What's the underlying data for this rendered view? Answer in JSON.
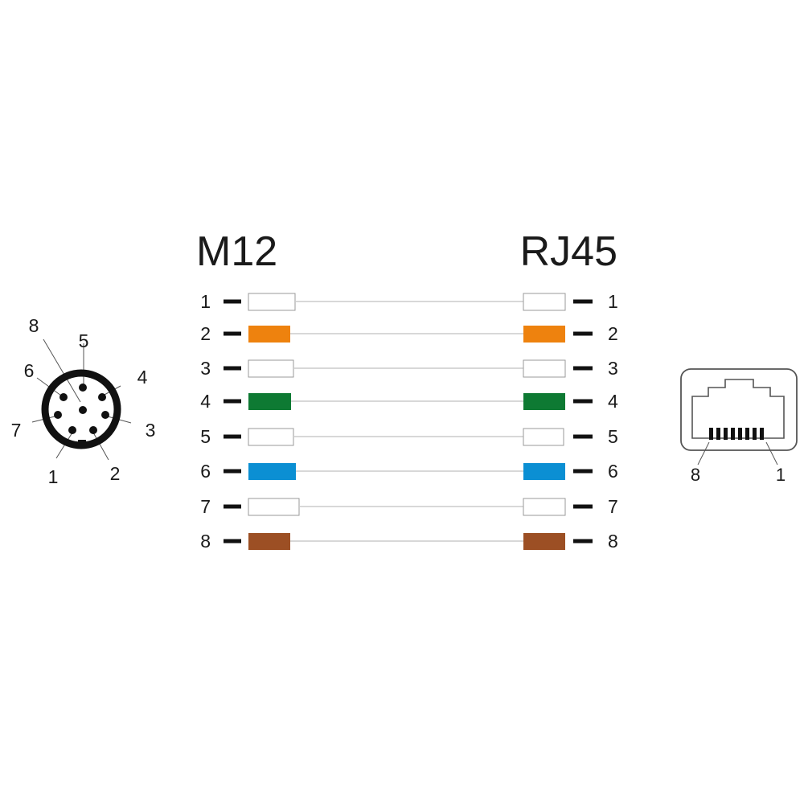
{
  "titles": {
    "left": "M12",
    "right": "RJ45"
  },
  "rows": [
    {
      "left_pin": "1",
      "right_pin": "1",
      "color": "#ffffff"
    },
    {
      "left_pin": "2",
      "right_pin": "2",
      "color": "#ee820e"
    },
    {
      "left_pin": "3",
      "right_pin": "3",
      "color": "#ffffff"
    },
    {
      "left_pin": "4",
      "right_pin": "4",
      "color": "#0e7a33"
    },
    {
      "left_pin": "5",
      "right_pin": "5",
      "color": "#ffffff"
    },
    {
      "left_pin": "6",
      "right_pin": "6",
      "color": "#0b8fd3"
    },
    {
      "left_pin": "7",
      "right_pin": "7",
      "color": "#ffffff"
    },
    {
      "left_pin": "8",
      "right_pin": "8",
      "color": "#9c4f24"
    }
  ],
  "m12_connector": {
    "pin_labels": [
      "1",
      "2",
      "3",
      "4",
      "5",
      "6",
      "7",
      "8"
    ]
  },
  "rj45_connector": {
    "left_label": "8",
    "right_label": "1"
  },
  "colors": {
    "line": "#cccccc",
    "outline": "#999999",
    "ink": "#111111"
  }
}
